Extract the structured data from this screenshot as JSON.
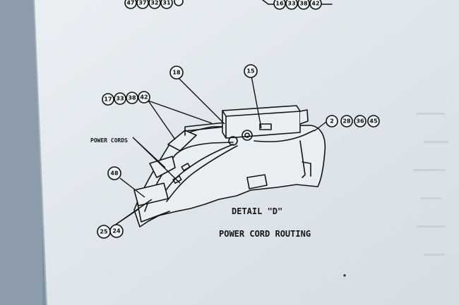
{
  "captions": {
    "detail": "DETAIL \"D\"",
    "title": "POWER CORD ROUTING",
    "power_cords": "POWER CORDS"
  },
  "callout_groups": {
    "top_left": [
      "47",
      "37",
      "32",
      "31"
    ],
    "top_right": [
      "16",
      "33",
      "38",
      "42"
    ],
    "g18": [
      "18"
    ],
    "g15": [
      "15"
    ],
    "g17": [
      "17",
      "33",
      "38",
      "42"
    ],
    "g2": [
      "2",
      "28",
      "36",
      "45"
    ],
    "g48": [
      "48"
    ],
    "g25": [
      "25",
      "24"
    ]
  },
  "colors": {
    "paper": "#e6ecf0",
    "ink": "#141414",
    "background": "#7f90a0"
  }
}
